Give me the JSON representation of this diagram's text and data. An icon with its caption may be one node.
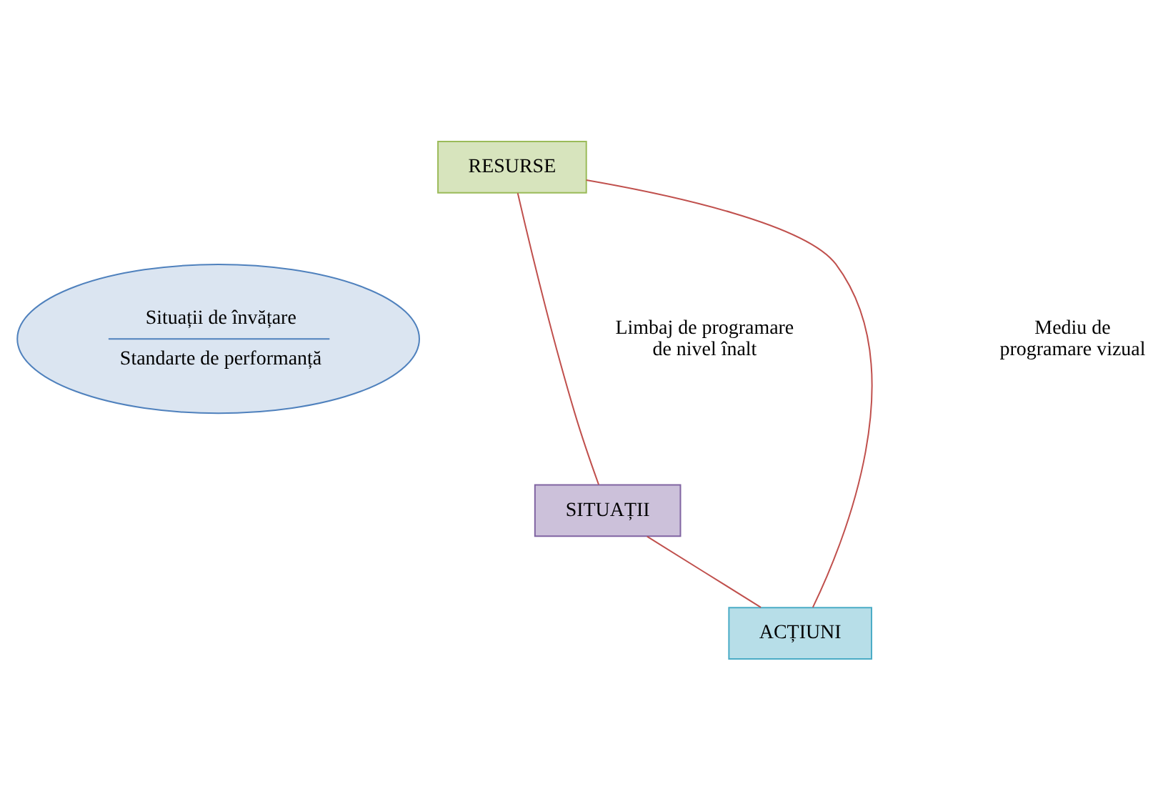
{
  "diagram": {
    "nodes": [
      {
        "text": [
          "RESURSE"
        ]
      },
      {
        "text": [
          "SITUAȚII"
        ]
      },
      {
        "text": [
          "ACȚIUNI"
        ]
      },
      {
        "text": [
          "Situații de învățare",
          "Standarte de performanță"
        ]
      }
    ],
    "edges": [
      {
        "from": 0,
        "to": 1,
        "arrow": "none"
      },
      {
        "from": 0,
        "to": 2,
        "arrow": "none"
      },
      {
        "from": 1,
        "to": 2,
        "arrow": "none"
      }
    ],
    "labels": [
      "Limbaj de programare de nivel înalt",
      "Mediu de programare vizual"
    ]
  }
}
